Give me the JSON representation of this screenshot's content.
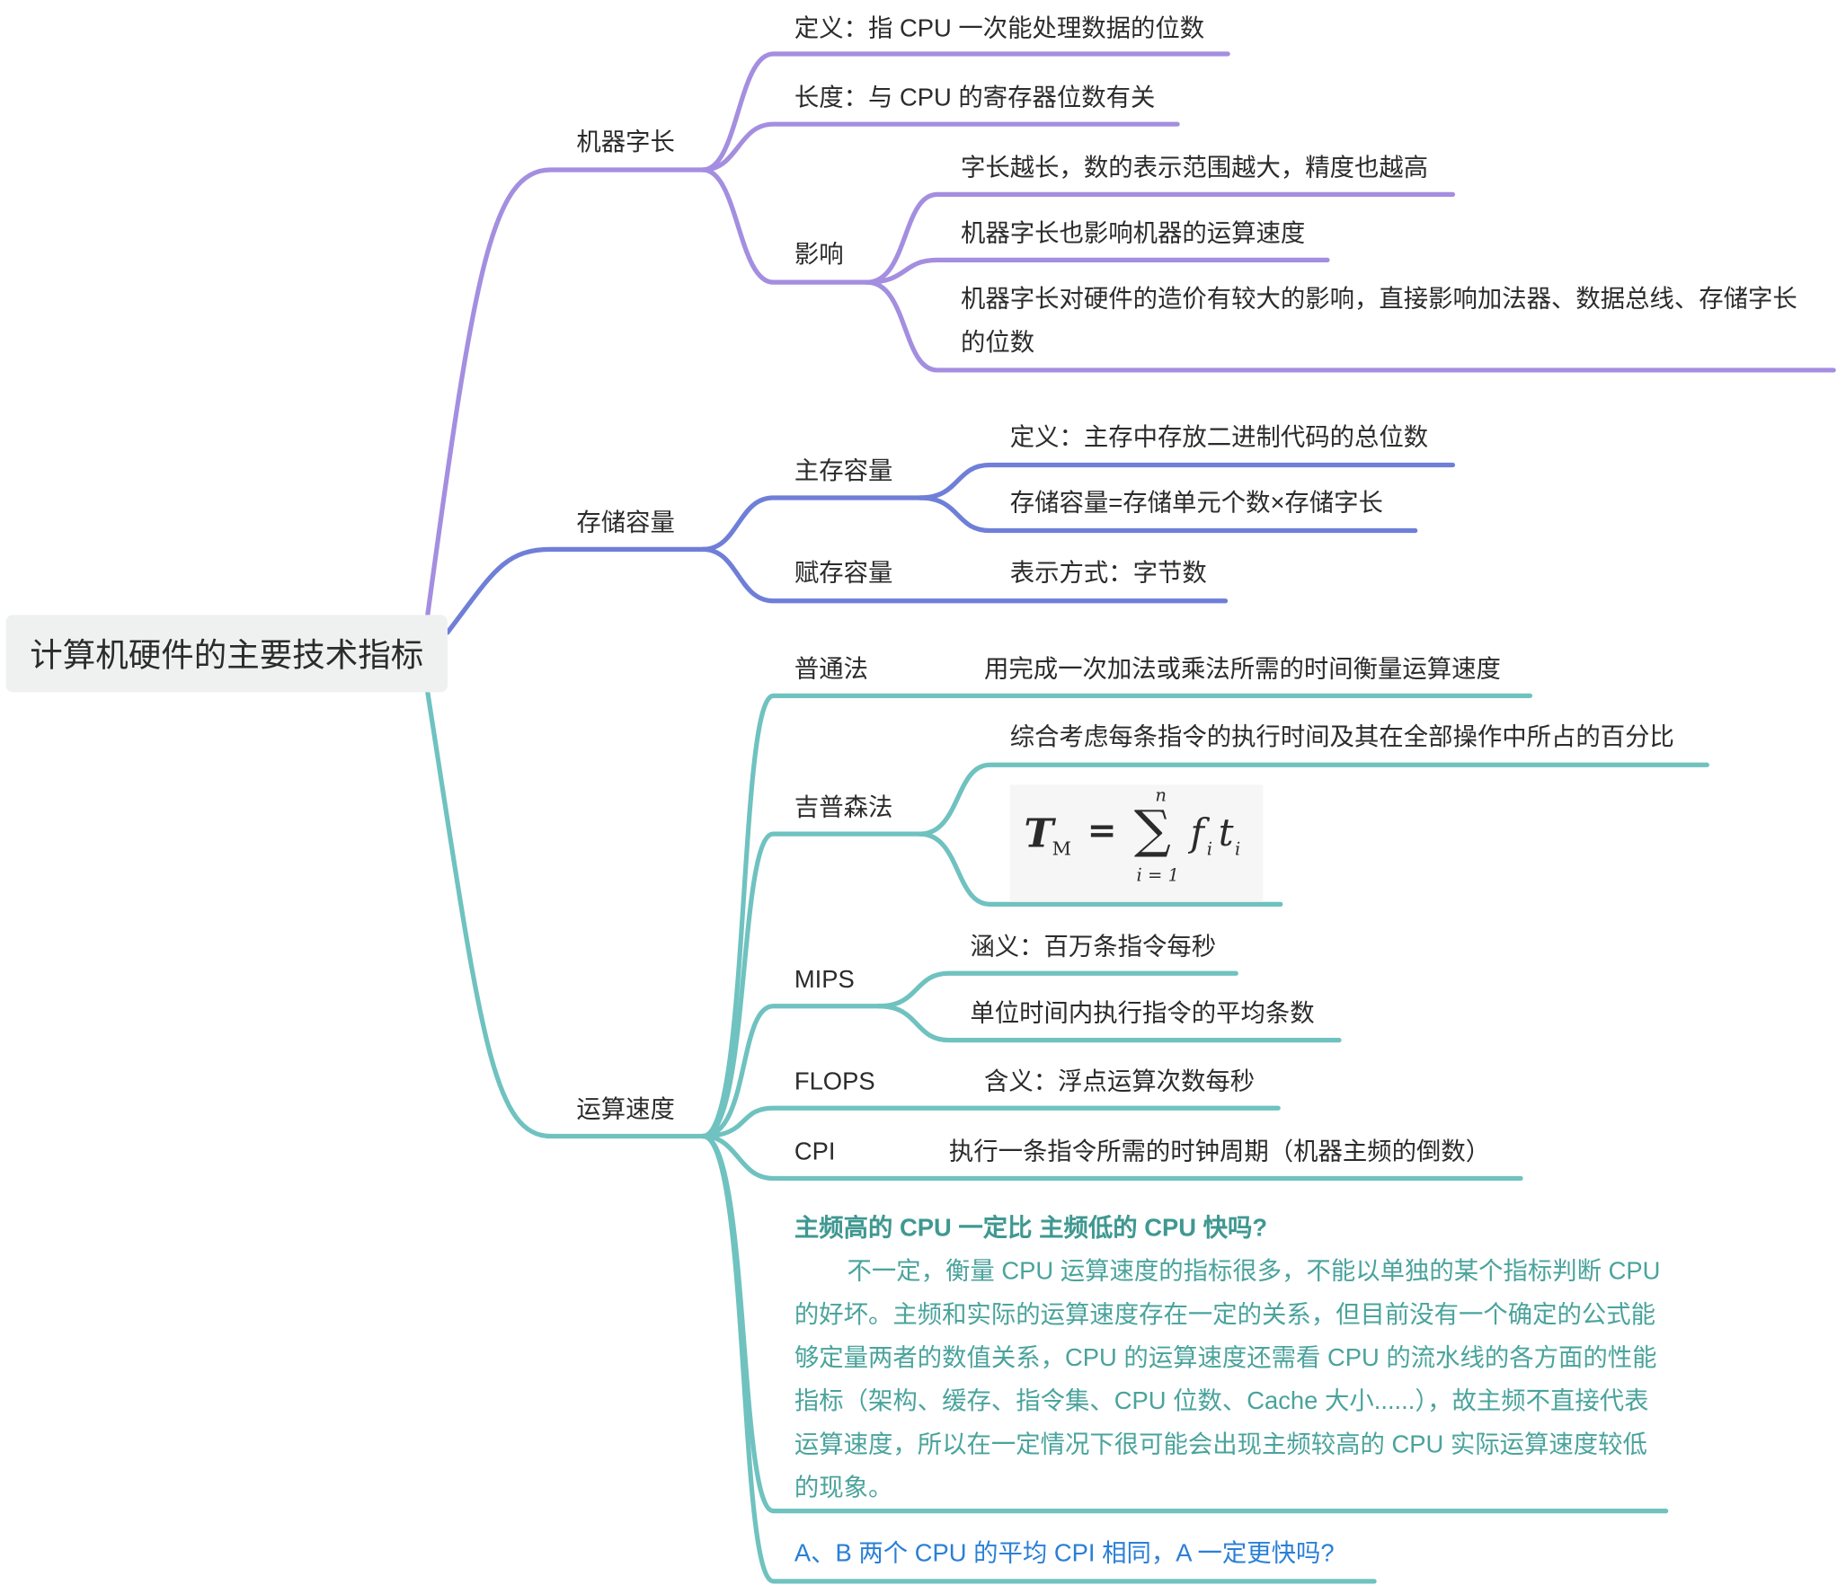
{
  "root": {
    "label": "计算机硬件的主要技术指标"
  },
  "colors": {
    "branch_word_length": "#a48ee0",
    "branch_storage": "#6f7fd8",
    "branch_speed": "#6fc2bf",
    "note_text": "#4aa39c",
    "question_link": "#2a7fd6"
  },
  "branches": {
    "word_length": {
      "label": "机器字长",
      "definition": "定义：指 CPU 一次能处理数据的位数",
      "length": "长度：与 CPU 的寄存器位数有关",
      "impact": {
        "label": "影响",
        "items": [
          "字长越长，数的表示范围越大，精度也越高",
          "机器字长也影响机器的运算速度",
          "机器字长对硬件的造价有较大的影响，直接影响加法器、数据总线、存储字长",
          "的位数"
        ]
      }
    },
    "storage": {
      "label": "存储容量",
      "main_memory": {
        "label": "主存容量",
        "items": [
          "定义：主存中存放二进制代码的总位数",
          "存储容量=存储单元个数×存储字长"
        ]
      },
      "auxiliary": {
        "label": "赋存容量",
        "items": [
          "表示方式：字节数"
        ]
      }
    },
    "speed": {
      "label": "运算速度",
      "ordinary": {
        "label": "普通法",
        "item": "用完成一次加法或乘法所需的时间衡量运算速度"
      },
      "gibson": {
        "label": "吉普森法",
        "item": "综合考虑每条指令的执行时间及其在全部操作中所占的百分比",
        "formula": {
          "lhs": "T",
          "lhs_sub": "M",
          "eq": "=",
          "sum_upper": "n",
          "sum_lower": "i = 1",
          "sigma": "∑",
          "body": "f",
          "body_sub": "i",
          "body2": "t",
          "body2_sub": "i"
        }
      },
      "mips": {
        "label": "MIPS",
        "items": [
          "涵义：百万条指令每秒",
          "单位时间内执行指令的平均条数"
        ]
      },
      "flops": {
        "label": "FLOPS",
        "item": "含义：浮点运算次数每秒"
      },
      "cpi": {
        "label": "CPI",
        "item": "执行一条指令所需的时钟周期（机器主频的倒数）"
      },
      "note": {
        "title": "主频高的 CPU 一定比 主频低的 CPU 快吗?",
        "body": "不一定，衡量 CPU 运算速度的指标很多，不能以单独的某个指标判断 CPU 的好坏。主频和实际的运算速度存在一定的关系，但目前没有一个确定的公式能够定量两者的数值关系，CPU 的运算速度还需看 CPU 的流水线的各方面的性能指标（架构、缓存、指令集、CPU 位数、Cache 大小......），故主频不直接代表运算速度，所以在一定情况下很可能会出现主频较高的 CPU 实际运算速度较低的现象。"
      },
      "question": "A、B 两个 CPU 的平均 CPI 相同，A 一定更快吗?"
    }
  }
}
